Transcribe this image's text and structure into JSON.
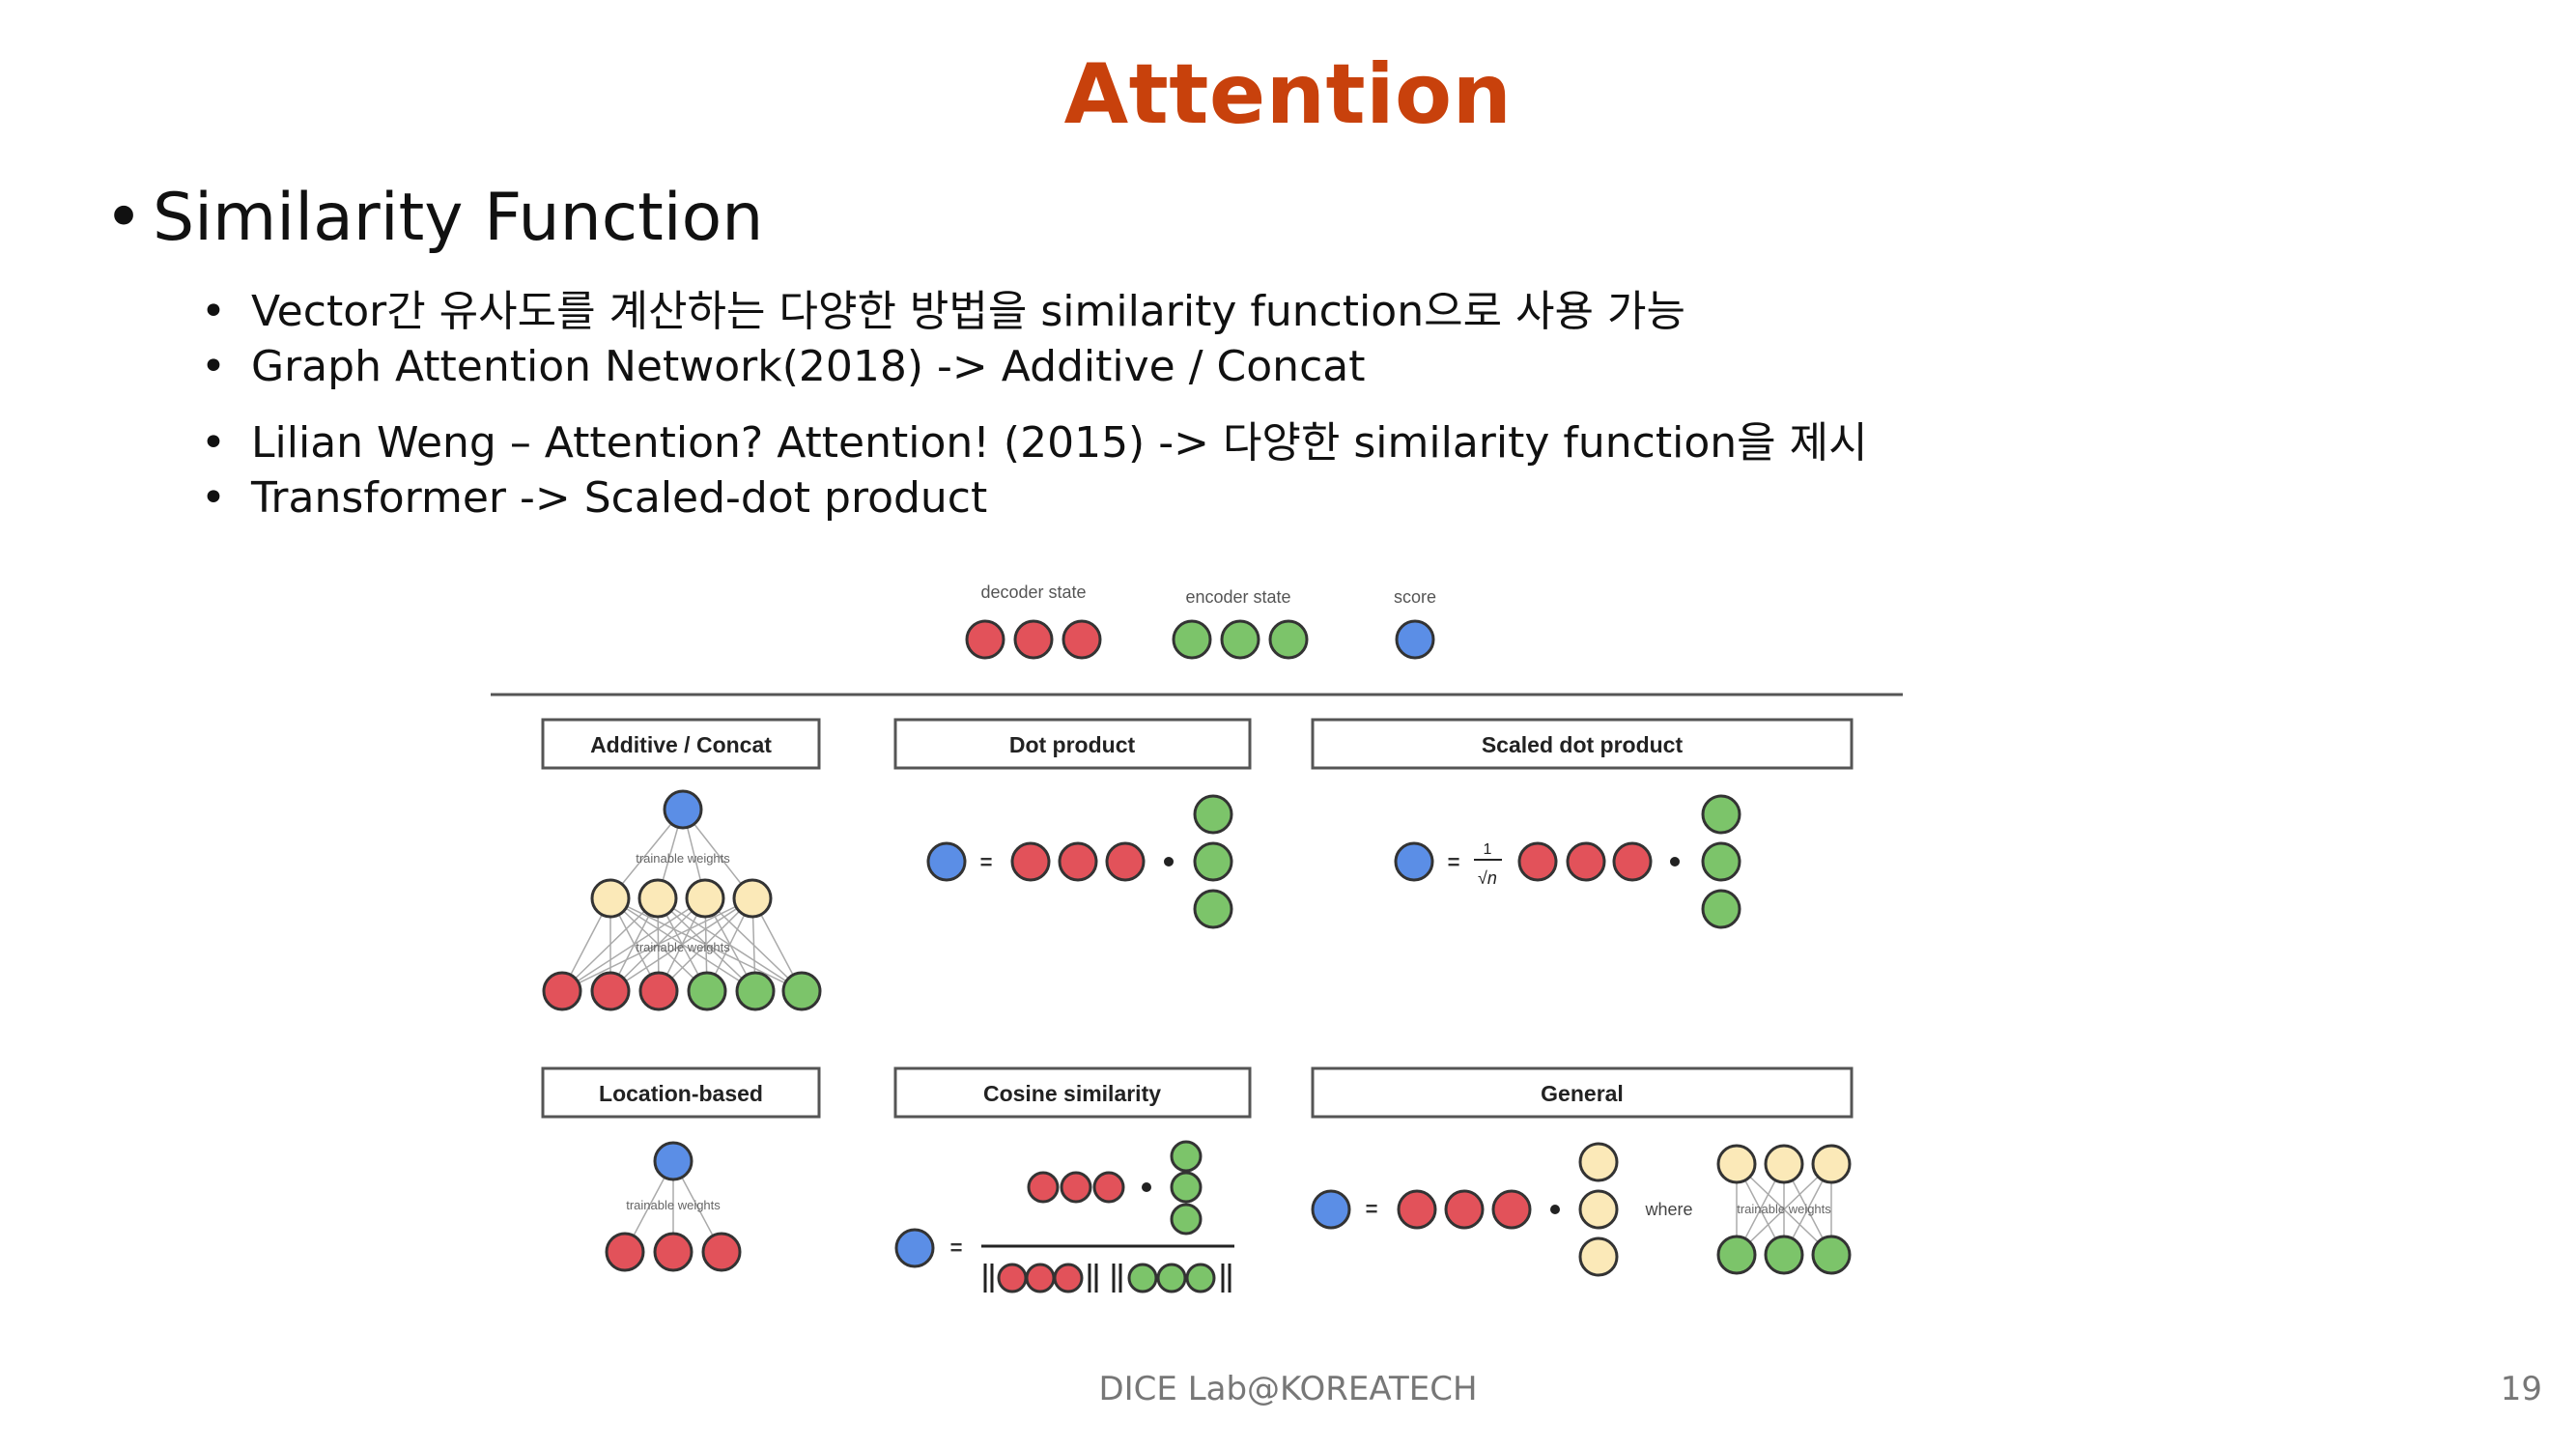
{
  "slide": {
    "title": "Attention",
    "heading": "Similarity Function",
    "bullets": [
      "Vector간 유사도를 계산하는 다양한 방법을 similarity function으로 사용 가능",
      "Graph Attention Network(2018) -> Additive / Concat",
      "Lilian Weng – Attention? Attention! (2015) -> 다양한 similarity function을 제시",
      "Transformer -> Scaled-dot product"
    ],
    "footer": "DICE Lab@KOREATECH",
    "page": "19"
  },
  "figure": {
    "legend": {
      "decoder": "decoder state",
      "encoder": "encoder state",
      "score": "score"
    },
    "panels": {
      "additive": "Additive / Concat",
      "dot": "Dot product",
      "scaled": "Scaled dot product",
      "location": "Location-based",
      "cosine": "Cosine similarity",
      "general": "General"
    },
    "trainable_weights": "trainable weights",
    "where": "where",
    "equals": "=",
    "one": "1",
    "sqrt_n": "√n",
    "colors": {
      "decoder": "#e2525a",
      "encoder": "#7cc46a",
      "score": "#5b8ee6",
      "hidden": "#fbe9b8",
      "title": "#c8410c"
    }
  }
}
